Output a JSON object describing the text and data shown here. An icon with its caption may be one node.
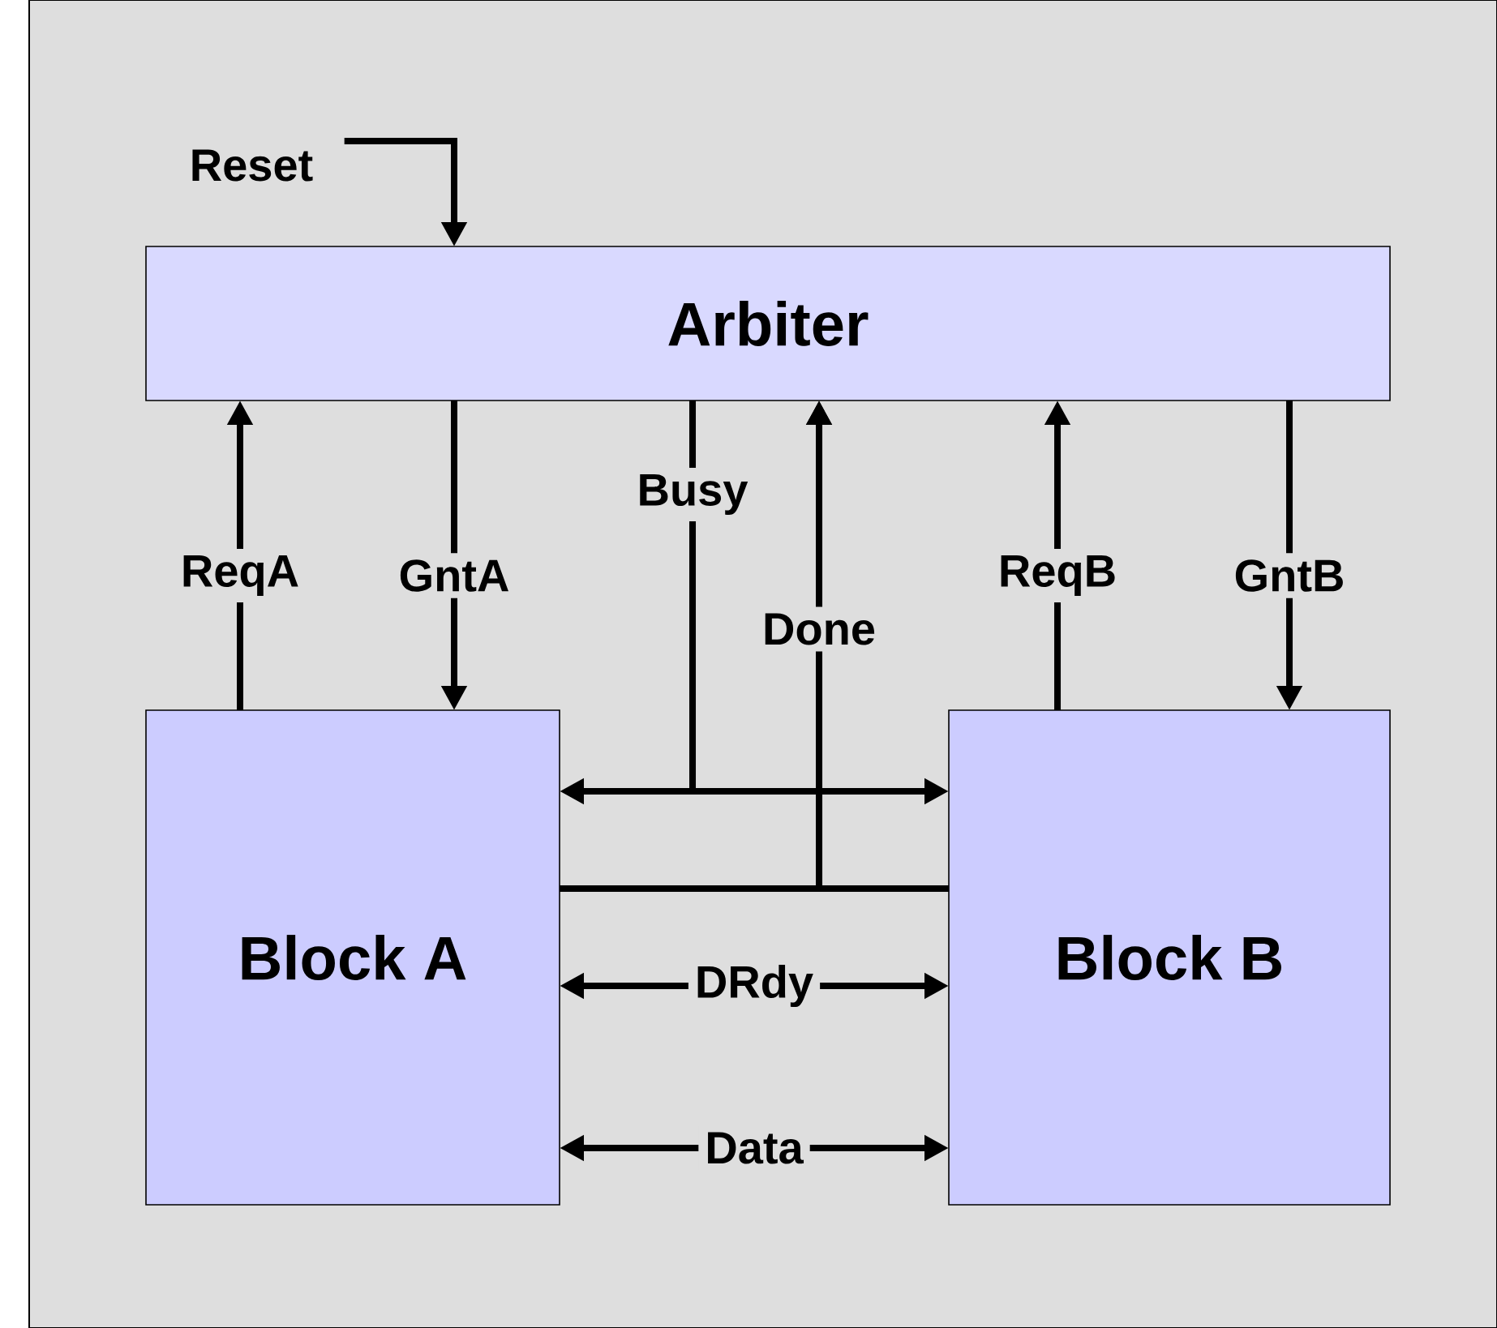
{
  "diagram": {
    "nodes": [
      {
        "text": [
          "Reset"
        ]
      },
      {
        "text": [
          "Arbiter"
        ]
      },
      {
        "text": [
          "Block A"
        ]
      },
      {
        "text": [
          "Block B"
        ]
      }
    ],
    "edges": [
      {
        "from": 0,
        "to": 1,
        "arrow": "to"
      },
      {
        "from": 2,
        "to": 1,
        "arrow": "to",
        "label": "ReqA"
      },
      {
        "from": 1,
        "to": 2,
        "arrow": "to",
        "label": "GntA"
      },
      {
        "from": 1,
        "to": 2,
        "arrow": "to",
        "label": "Busy"
      },
      {
        "from": 1,
        "to": 3,
        "arrow": "to"
      },
      {
        "from": 2,
        "to": 1,
        "arrow": "to",
        "label": "Done"
      },
      {
        "from": 3,
        "to": 1,
        "arrow": "to"
      },
      {
        "from": 3,
        "to": 1,
        "arrow": "to",
        "label": "ReqB"
      },
      {
        "from": 1,
        "to": 3,
        "arrow": "to",
        "label": "GntB"
      },
      {
        "from": 2,
        "to": 3,
        "arrow": "both",
        "label": "DRdy"
      },
      {
        "from": 2,
        "to": 3,
        "arrow": "both",
        "label": "Data"
      }
    ]
  }
}
